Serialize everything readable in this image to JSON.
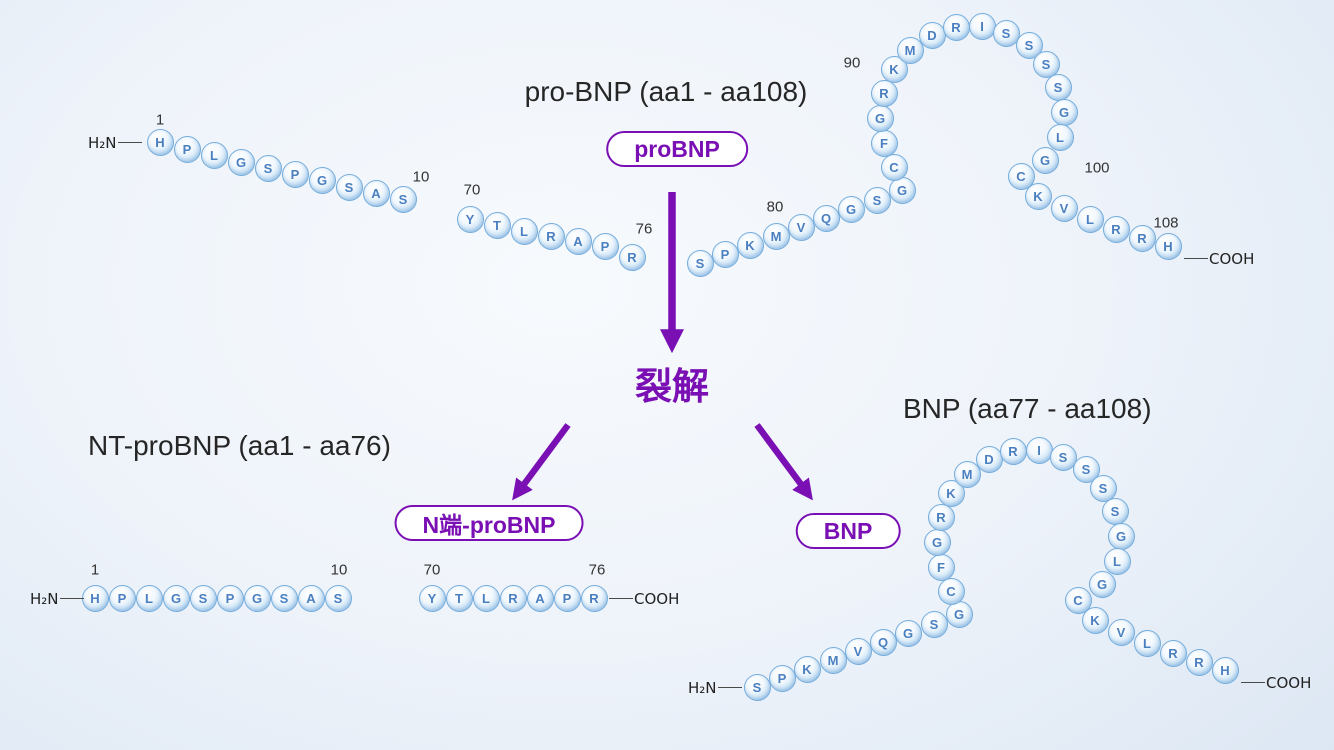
{
  "titles": {
    "probnp": "pro-BNP (aa1 - aa108)",
    "ntprobnp": "NT-proBNP (aa1 - aa76)",
    "bnp": "BNP (aa77 - aa108)"
  },
  "badges": {
    "probnp": "proBNP",
    "ntprobnp": "N端-proBNP",
    "bnp": "BNP"
  },
  "cleavage_label": "裂解",
  "terminals": {
    "amino": "H₂N",
    "carboxyl": "COOH"
  },
  "sequences": {
    "probnp_aa1_10": "HPLGSPGSAS",
    "probnp_aa70_76": "YTLRAPR",
    "probnp_aa77_108": "SPKMVQGSGCFGRKMDRISSSSGLGCKVLRRH",
    "ntprobnp_aa1_10": "HPLGSPGSAS",
    "ntprobnp_aa70_76": "YTLRAPR",
    "bnp_aa77_108": "SPKMVQGSGCFGRKMDRISSSSGLGCKVLRRH"
  },
  "position_labels": {
    "probnp": {
      "start": "1",
      "pos10": "10",
      "pos70": "70",
      "pos76": "76",
      "pos80": "80",
      "pos90": "90",
      "pos100": "100",
      "pos108": "108"
    },
    "ntprobnp": {
      "start": "1",
      "pos10": "10",
      "pos70": "70",
      "pos76": "76"
    }
  },
  "colors": {
    "accent_purple": "#7a10b4",
    "bead_border": "#74acdc",
    "bead_letter": "#4a7fc0",
    "label_text": "#333333",
    "title_text": "#262626",
    "badge_bg": "#ffffff"
  }
}
